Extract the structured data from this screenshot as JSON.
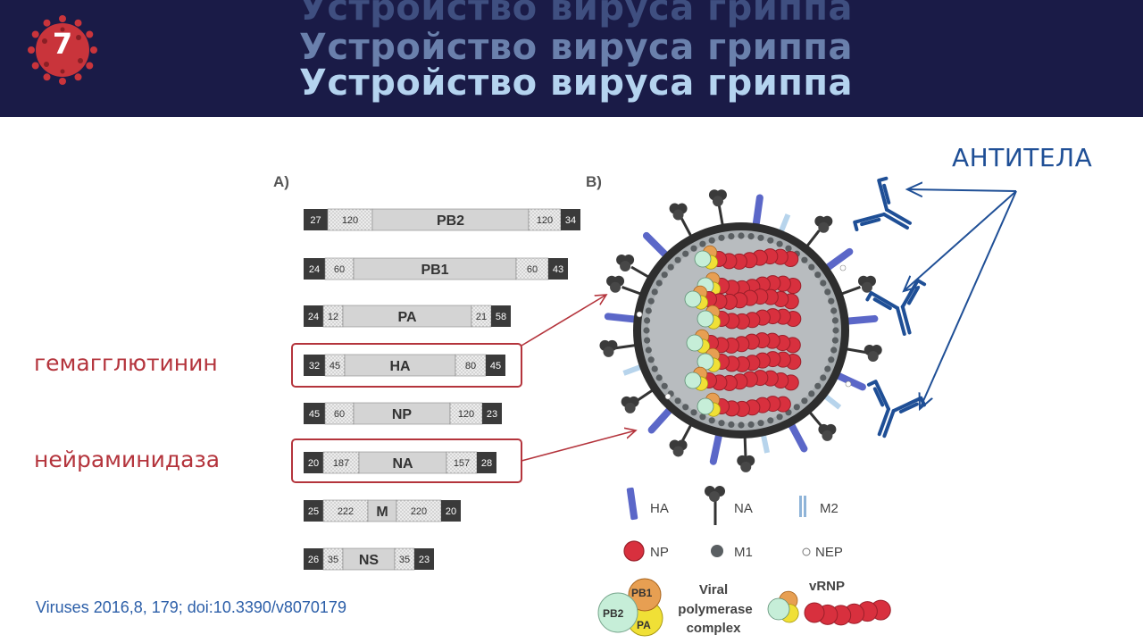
{
  "slide": {
    "number": "7",
    "title_lines": [
      "Устройство вируса гриппа",
      "Устройство вируса гриппа",
      "Устройство вируса гриппа"
    ],
    "label_hemagglutinin": "гемагглютинин",
    "label_neuraminidase": "нейраминидаза",
    "label_antibodies": "АНТИТЕЛА",
    "citation": "Viruses 2016,8, 179; doi:10.3390/v8070179"
  },
  "figure": {
    "panel_a": "A)",
    "panel_b": "B)",
    "segments": [
      {
        "name": "PB2",
        "l_end": "27",
        "l_mid": "120",
        "r_mid": "120",
        "r_end": "34"
      },
      {
        "name": "PB1",
        "l_end": "24",
        "l_mid": "60",
        "r_mid": "60",
        "r_end": "43"
      },
      {
        "name": "PA",
        "l_end": "24",
        "l_mid": "12",
        "r_mid": "21",
        "r_end": "58"
      },
      {
        "name": "HA",
        "l_end": "32",
        "l_mid": "45",
        "r_mid": "80",
        "r_end": "45"
      },
      {
        "name": "NP",
        "l_end": "45",
        "l_mid": "60",
        "r_mid": "120",
        "r_end": "23"
      },
      {
        "name": "NA",
        "l_end": "20",
        "l_mid": "187",
        "r_mid": "157",
        "r_end": "28"
      },
      {
        "name": "M",
        "l_end": "25",
        "l_mid": "222",
        "r_mid": "220",
        "r_end": "20"
      },
      {
        "name": "NS",
        "l_end": "26",
        "l_mid": "35",
        "r_mid": "35",
        "r_end": "23"
      }
    ],
    "legend": {
      "ha": "HA",
      "na": "NA",
      "m2": "M2",
      "np": "NP",
      "m1": "M1",
      "nep": "NEP",
      "pb1": "PB1",
      "pb2": "PB2",
      "pa": "PA",
      "complex_lines": [
        "Viral",
        "polymerase",
        "complex"
      ],
      "vrnp": "vRNP"
    }
  },
  "colors": {
    "header_bg": "#1a1b47",
    "accent_red": "#b4343c",
    "accent_blue": "#1f4f96",
    "segment_body": "#d4d4d4",
    "segment_end": "#3a3a3a"
  }
}
